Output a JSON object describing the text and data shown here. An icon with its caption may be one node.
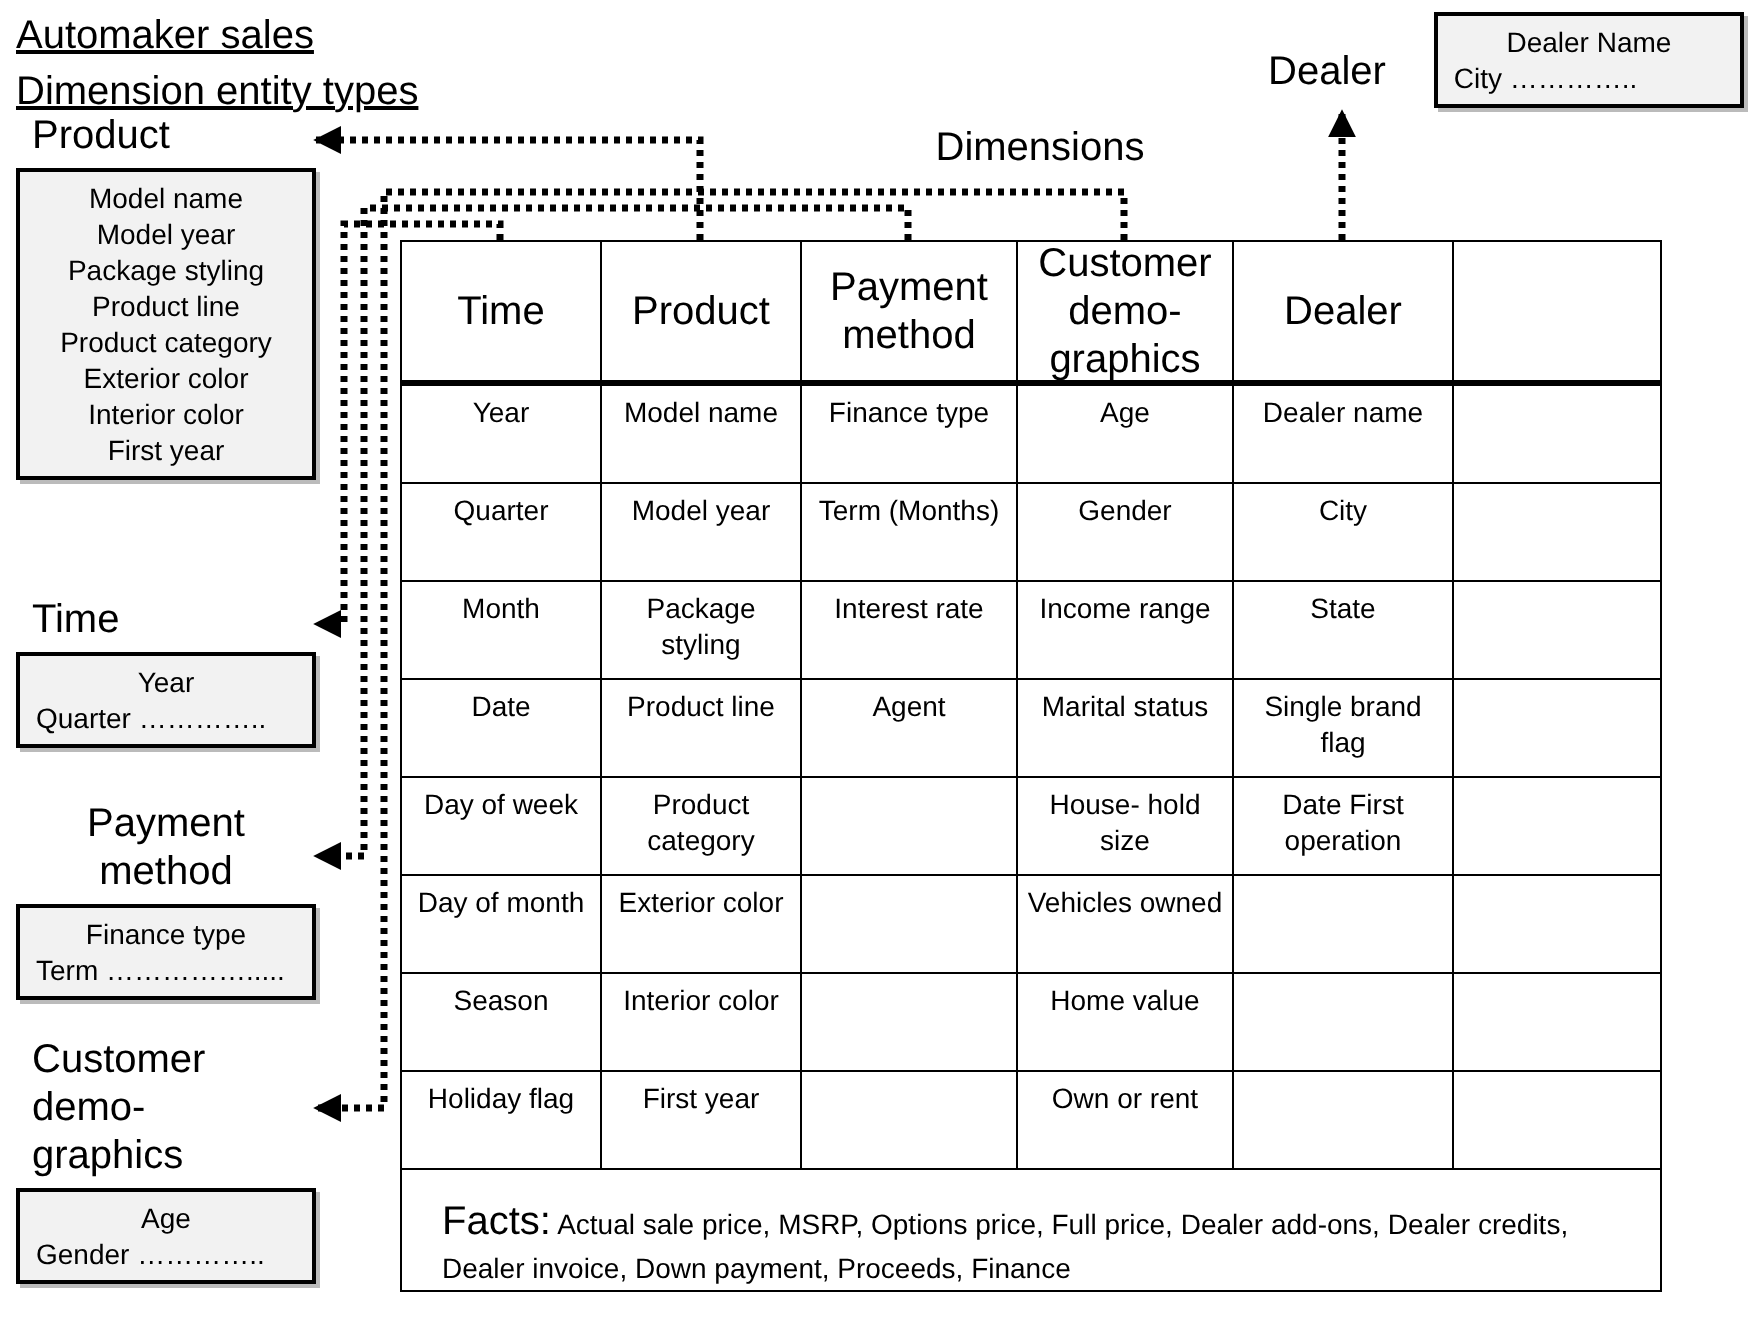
{
  "diagram": {
    "title": "Automaker sales",
    "nodes": [
      {
        "text": [
          "Product",
          "Model name",
          "Model year",
          "Package styling",
          "Product line",
          "Product category",
          "Exterior color",
          "Interior color",
          "First year"
        ]
      },
      {
        "text": [
          "Time",
          "Year",
          "Quarter ………….."
        ]
      },
      {
        "text": [
          "Payment method",
          "Finance type",
          "Term ……………....."
        ]
      },
      {
        "text": [
          "Customer demo- graphics",
          "Age",
          "Gender ………….."
        ]
      },
      {
        "text": [
          "Dealer",
          "Dealer Name",
          "City ………….."
        ]
      },
      {
        "text": [
          "Dimensions"
        ]
      },
      {
        "text": [
          "Time"
        ],
        "in": 5
      },
      {
        "text": [
          "Product"
        ],
        "in": 5
      },
      {
        "text": [
          "Payment method"
        ],
        "in": 5
      },
      {
        "text": [
          "Customer demo- graphics"
        ],
        "in": 5
      },
      {
        "text": [
          "Dealer"
        ],
        "in": 5
      }
    ],
    "edges": [
      {
        "from": 6,
        "to": 1,
        "arrow": "to",
        "style": "dashed"
      },
      {
        "from": 7,
        "to": 0,
        "arrow": "to",
        "style": "dashed"
      },
      {
        "from": 8,
        "to": 2,
        "arrow": "to",
        "style": "dashed"
      },
      {
        "from": 9,
        "to": 3,
        "arrow": "to",
        "style": "dashed"
      },
      {
        "from": 10,
        "to": 4,
        "arrow": "to",
        "style": "dashed"
      }
    ],
    "labels": [
      "Dimension entity types",
      "Year",
      "Model name",
      "Finance type",
      "Age",
      "Dealer name",
      "Quarter",
      "Model year",
      "Term (Months)",
      "Gender",
      "City",
      "Month",
      "Package styling",
      "Interest rate",
      "Income range",
      "State",
      "Date",
      "Product line",
      "Agent",
      "Marital status",
      "Single brand flag",
      "Day of week",
      "Product category",
      "House- hold size",
      "Date First operation",
      "Day of month",
      "Exterior color",
      "Vehicles owned",
      "Season",
      "Interior color",
      "Home value",
      "Holiday flag",
      "First year",
      "Own or rent",
      "Facts:",
      "Actual sale price, MSRP, Options price, Full price, Dealer add-ons, Dealer credits, Dealer invoice, Down payment, Proceeds, Finance"
    ]
  }
}
